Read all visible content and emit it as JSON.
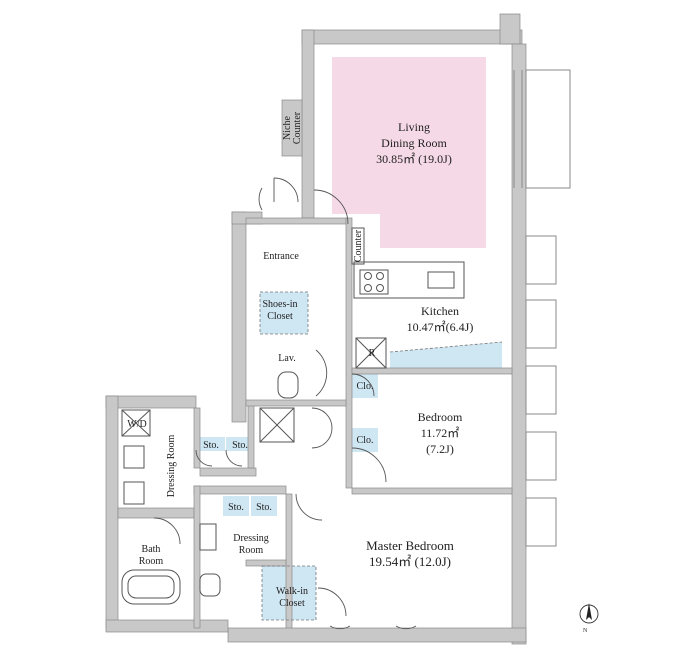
{
  "rooms": {
    "living": {
      "name1": "Living",
      "name2": "Dining Room",
      "area": "30.85㎡ (19.0J)"
    },
    "kitchen": {
      "name": "Kitchen",
      "area": "10.47㎡(6.4J)"
    },
    "bedroom": {
      "name": "Bedroom",
      "area1": "11.72㎡",
      "area2": "(7.2J)"
    },
    "master": {
      "name": "Master Bedroom",
      "area": "19.54㎡ (12.0J)"
    },
    "entrance": {
      "name": "Entrance"
    },
    "shoes": {
      "name1": "Shoes-in",
      "name2": "Closet"
    },
    "lav": {
      "name": "Lav."
    },
    "bath": {
      "name1": "Bath",
      "name2": "Room"
    },
    "dressing_left": {
      "name": "Dressing Room"
    },
    "dressing_center": {
      "name1": "Dressing",
      "name2": "Room"
    },
    "wd": {
      "name": "W/D"
    },
    "walkin": {
      "name1": "Walk-in",
      "name2": "Closet"
    },
    "niche": {
      "name1": "Niche",
      "name2": "Counter"
    },
    "counter": {
      "name": "Counter"
    }
  },
  "storage": {
    "sto_a": "Sto.",
    "sto_b": "Sto.",
    "sto_c": "Sto.",
    "sto_d": "Sto.",
    "clo_a": "Clo.",
    "clo_b": "Clo.",
    "fridge": "R"
  },
  "compass": {
    "label": "N"
  },
  "colors": {
    "wall": "#c8c8c8",
    "wall_edge": "#8a8a8a",
    "living_tint": "#f6d9e6",
    "closet_tint": "#cfe6f3",
    "line": "#555555"
  }
}
